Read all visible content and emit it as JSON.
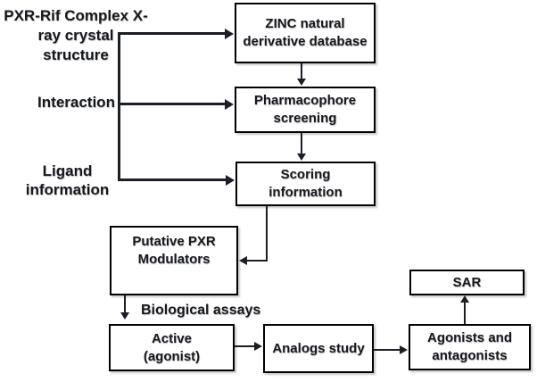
{
  "colors": {
    "background": "#ffffff",
    "box_border": "#000000",
    "box_fill": "#ffffff",
    "line": "#1b1e24",
    "text": "#15181d"
  },
  "labels": {
    "crystal_structure": "PXR-Rif Complex X-\nray crystal\nstructure",
    "interaction": "Interaction",
    "ligand_information": "Ligand\ninformation",
    "biological_assays": "Biological assays"
  },
  "boxes": {
    "zinc": {
      "label": "ZINC natural\nderivative database"
    },
    "pharmacophore": {
      "label": "Pharmacophore\nscreening"
    },
    "scoring": {
      "label": "Scoring\ninformation"
    },
    "putative": {
      "label": "Putative PXR\nModulators"
    },
    "active": {
      "label": "Active\n(agonist)"
    },
    "analogs": {
      "label": "Analogs study"
    },
    "agonists": {
      "label": "Agonists and\nantagonists"
    },
    "sar": {
      "label": "SAR"
    }
  },
  "edges": [
    {
      "from": "PXR-Rif Complex X-ray crystal structure",
      "to": "ZINC natural derivative database"
    },
    {
      "from": "Interaction",
      "to": "Pharmacophore screening"
    },
    {
      "from": "Ligand information",
      "to": "Scoring information"
    },
    {
      "from": "ZINC natural derivative database",
      "to": "Pharmacophore screening"
    },
    {
      "from": "Pharmacophore screening",
      "to": "Scoring information"
    },
    {
      "from": "Scoring information",
      "to": "Putative PXR Modulators"
    },
    {
      "from": "Putative PXR Modulators",
      "to": "Active (agonist)",
      "label": "Biological assays"
    },
    {
      "from": "Active (agonist)",
      "to": "Analogs study"
    },
    {
      "from": "Analogs study",
      "to": "Agonists and antagonists"
    },
    {
      "from": "Agonists and antagonists",
      "to": "SAR"
    }
  ]
}
